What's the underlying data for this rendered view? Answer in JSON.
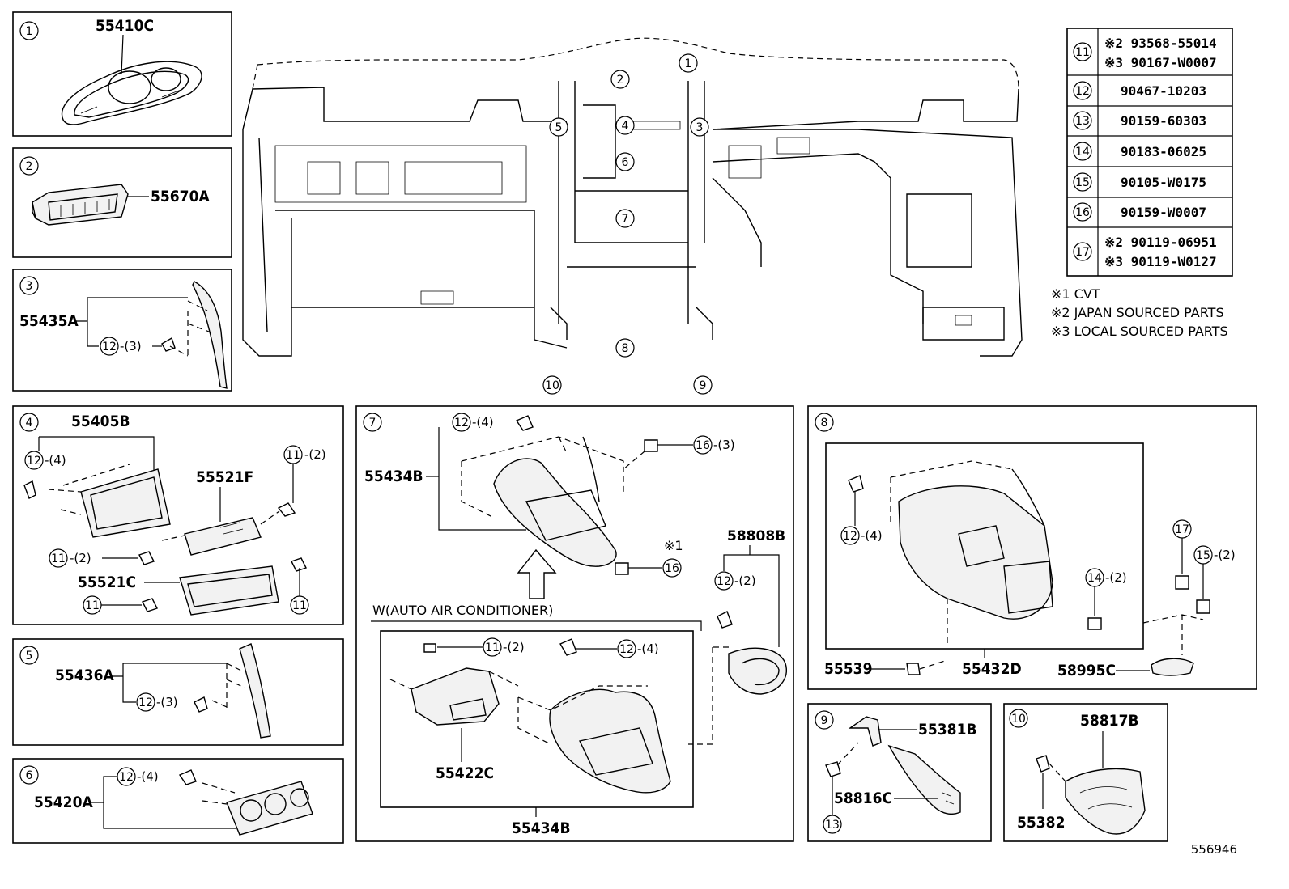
{
  "diagram_id": "556946",
  "callout_labels": [
    "1",
    "2",
    "3",
    "4",
    "5",
    "6",
    "7",
    "8",
    "9",
    "10"
  ],
  "center_labels": [
    "1",
    "2",
    "3",
    "4",
    "5",
    "6",
    "7",
    "8",
    "9",
    "10"
  ],
  "panels": {
    "p1": {
      "num": "1",
      "part": "55410C"
    },
    "p2": {
      "num": "2",
      "part": "55670A"
    },
    "p3": {
      "num": "3",
      "part": "55435A",
      "sub": "12",
      "sub_qty": "-(3)"
    },
    "p4": {
      "num": "4",
      "part_a": "55405B",
      "sub_a": "12",
      "sub_a_qty": "-(4)",
      "part_b": "55521F",
      "part_c": "55521C",
      "s11a": "11",
      "s11a_qty": "-(2)",
      "s11b": "11",
      "s11b_qty": "-(2)",
      "s11c": "11",
      "s11d": "11"
    },
    "p5": {
      "num": "5",
      "part": "55436A",
      "sub": "12",
      "sub_qty": "-(3)"
    },
    "p6": {
      "num": "6",
      "part": "55420A",
      "sub": "12",
      "sub_qty": "-(4)"
    },
    "p7": {
      "num": "7",
      "part_top": "55434B",
      "sub_a": "12",
      "sub_a_qty": "-(4)",
      "sub_b": "16",
      "sub_b_qty": "-(3)",
      "note_x1": "※1",
      "sub_c": "16",
      "part_r": "58808B",
      "sub_d": "12",
      "sub_d_qty": "-(2)",
      "auto_ac": "W(AUTO AIR CONDITIONER)",
      "sub_e": "11",
      "sub_e_qty": "-(2)",
      "sub_f": "12",
      "sub_f_qty": "-(4)",
      "part_ac": "55422C",
      "part_bottom": "55434B"
    },
    "p8": {
      "num": "8",
      "sub_a": "12",
      "sub_a_qty": "-(4)",
      "sub_b": "14",
      "sub_b_qty": "-(2)",
      "sub_c": "17",
      "sub_d": "15",
      "sub_d_qty": "-(2)",
      "part_a": "55539",
      "part_b": "55432D",
      "part_c": "58995C"
    },
    "p9": {
      "num": "9",
      "part_a": "55381B",
      "part_b": "58816C",
      "sub": "13"
    },
    "p10": {
      "num": "10",
      "part_a": "58817B",
      "part_b": "55382"
    }
  },
  "table": [
    {
      "num": "11",
      "lines": [
        "※2 93568-55014",
        "※3 90167-W0007"
      ]
    },
    {
      "num": "12",
      "lines": [
        "90467-10203"
      ]
    },
    {
      "num": "13",
      "lines": [
        "90159-60303"
      ]
    },
    {
      "num": "14",
      "lines": [
        "90183-06025"
      ]
    },
    {
      "num": "15",
      "lines": [
        "90105-W0175"
      ]
    },
    {
      "num": "16",
      "lines": [
        "90159-W0007"
      ]
    },
    {
      "num": "17",
      "lines": [
        "※2 90119-06951",
        "※3 90119-W0127"
      ]
    }
  ],
  "notes": [
    "※1 CVT",
    "※2 JAPAN SOURCED PARTS",
    "※3 LOCAL SOURCED PARTS"
  ]
}
